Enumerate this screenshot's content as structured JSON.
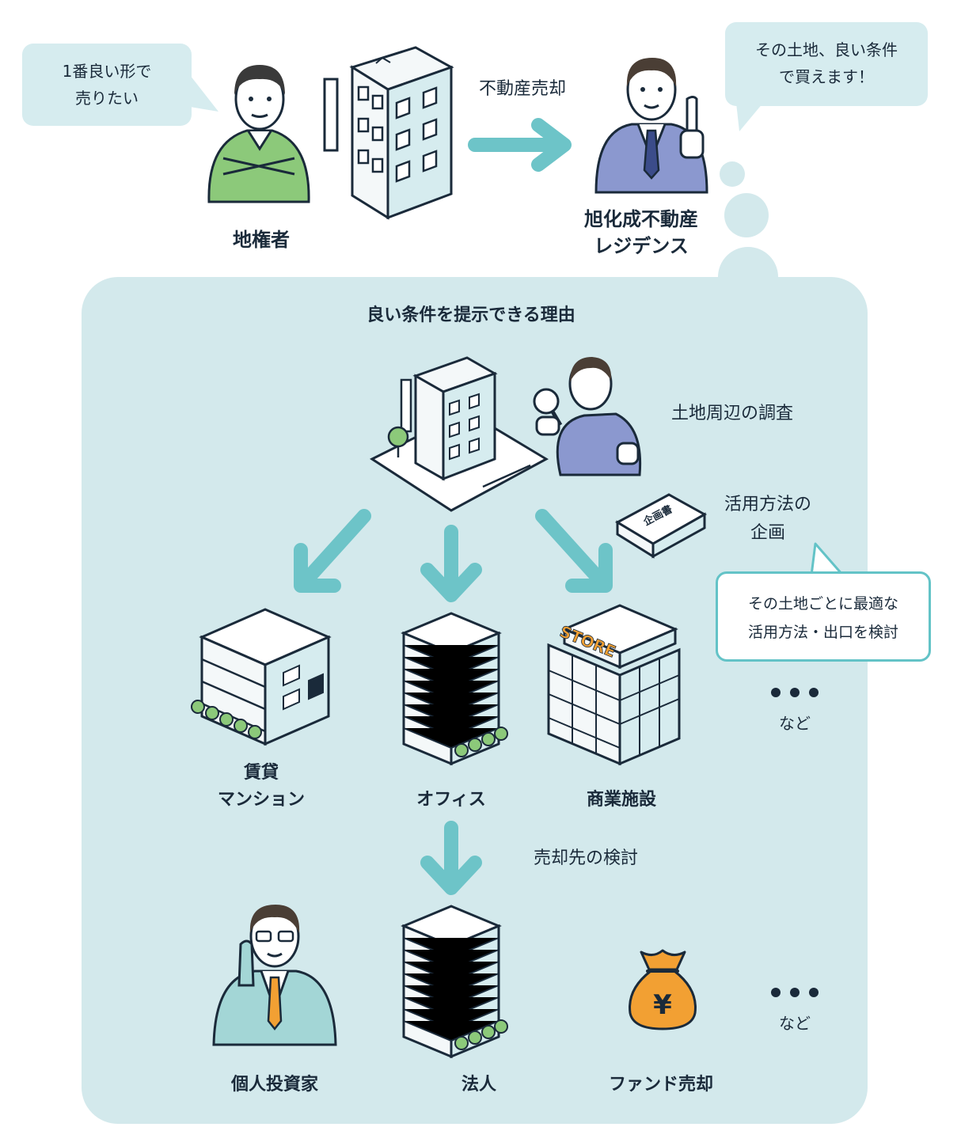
{
  "top": {
    "owner_bubble": [
      "1番良い形で",
      "売りたい"
    ],
    "owner_label": "地権者",
    "arrow_label": "不動産売却",
    "company_label": [
      "旭化成不動産",
      "レジデンス"
    ],
    "company_bubble": [
      "その土地、良い条件",
      "で買えます！"
    ]
  },
  "panel": {
    "title": "良い条件を提示できる理由",
    "survey_label": "土地周辺の調査",
    "plan_label": [
      "活用方法の",
      "企画"
    ],
    "plan_book_text": "企画書",
    "note": [
      "その土地ごとに最適な",
      "活用方法・出口を検討"
    ],
    "uses": [
      {
        "label": [
          "賃貸",
          "マンション"
        ]
      },
      {
        "label": [
          "オフィス"
        ]
      },
      {
        "label": [
          "商業施設"
        ]
      }
    ],
    "store_sign": "STORE",
    "etc1": "など",
    "sale_label": "売却先の検討",
    "buyers": [
      {
        "label": "個人投資家"
      },
      {
        "label": "法人"
      },
      {
        "label": "ファンド売却"
      }
    ],
    "yen_symbol": "¥",
    "etc2": "など"
  },
  "colors": {
    "teal_arrow": "#6dc4c8",
    "panel_bg": "#d3e9ec",
    "bubble_bg": "#d6ecef",
    "suit_blue": "#8b98cf",
    "sweater_green": "#8cc97a",
    "investor_suit": "#a3d6d6",
    "money_bag": "#f2a033"
  }
}
